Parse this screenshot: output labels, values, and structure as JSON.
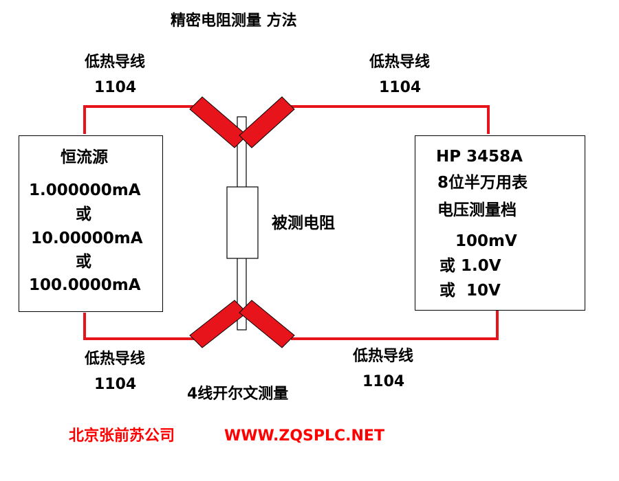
{
  "title": "精密电阻测量 方法",
  "wire_labels": {
    "top_left": {
      "name": "低热导线",
      "code": "1104"
    },
    "top_right": {
      "name": "低热导线",
      "code": "1104"
    },
    "bottom_left": {
      "name": "低热导线",
      "code": "1104"
    },
    "bottom_right": {
      "name": "低热导线",
      "code": "1104"
    }
  },
  "source_box": {
    "title": "恒流源",
    "lines": [
      "1.000000mA",
      "或",
      "10.00000mA",
      "或",
      "100.0000mA"
    ]
  },
  "meter_box": {
    "lines": [
      "HP 3458A",
      "8位半万用表",
      "电压测量档",
      "100mV",
      "或 1.0V",
      "或  10V"
    ]
  },
  "resistor_label": "被测电阻",
  "method_label": "4线开尔文测量",
  "footer": {
    "company": "北京张前苏公司",
    "website": "WWW.ZQSPLC.NET"
  },
  "colors": {
    "wire": "#e8141b",
    "accent_text": "#ff0000",
    "outline": "#000000"
  }
}
